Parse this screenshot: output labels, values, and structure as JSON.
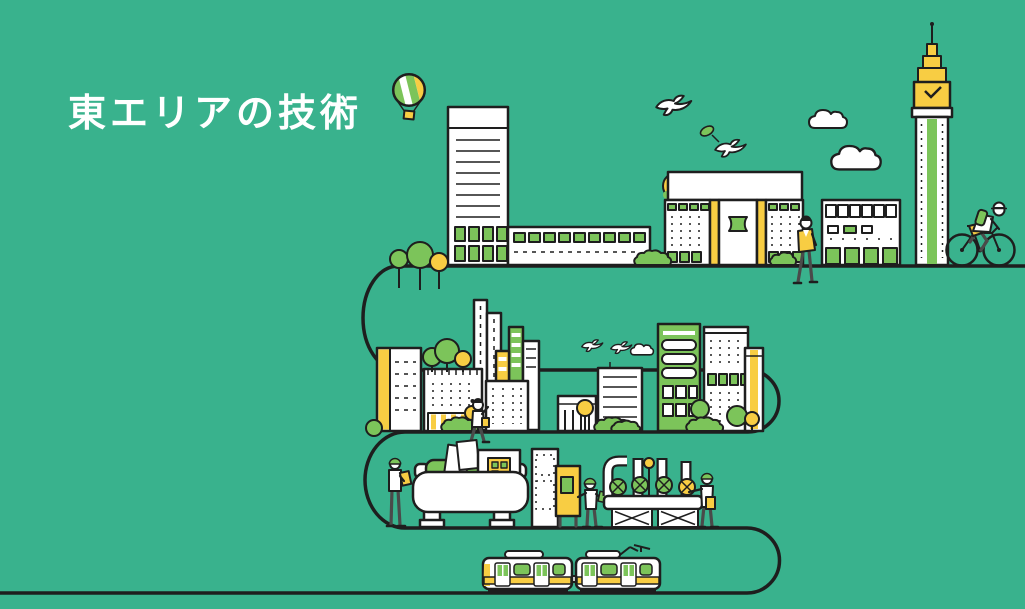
{
  "page": {
    "title": "東エリアの技術",
    "background_color": "#39b28d"
  },
  "palette": {
    "background": "#39b28d",
    "outline": "#1e1e1e",
    "white": "#ffffff",
    "green": "#7cc45a",
    "yellow": "#f8cd43",
    "dark": "#4a4a4a"
  },
  "illustration": {
    "elements": [
      "hot-air-balloon",
      "skyscraper",
      "low-office-building",
      "gate-building",
      "office-building",
      "radio-tower",
      "cyclist",
      "walking-man",
      "doves",
      "leaf",
      "clouds",
      "city-buildings",
      "street-trees",
      "bushes",
      "swallows",
      "walking-woman",
      "factory-worker",
      "machine-lathe",
      "machine-cabinet",
      "control-panel",
      "pipes-and-valves",
      "commuter-train",
      "winding-road"
    ]
  }
}
